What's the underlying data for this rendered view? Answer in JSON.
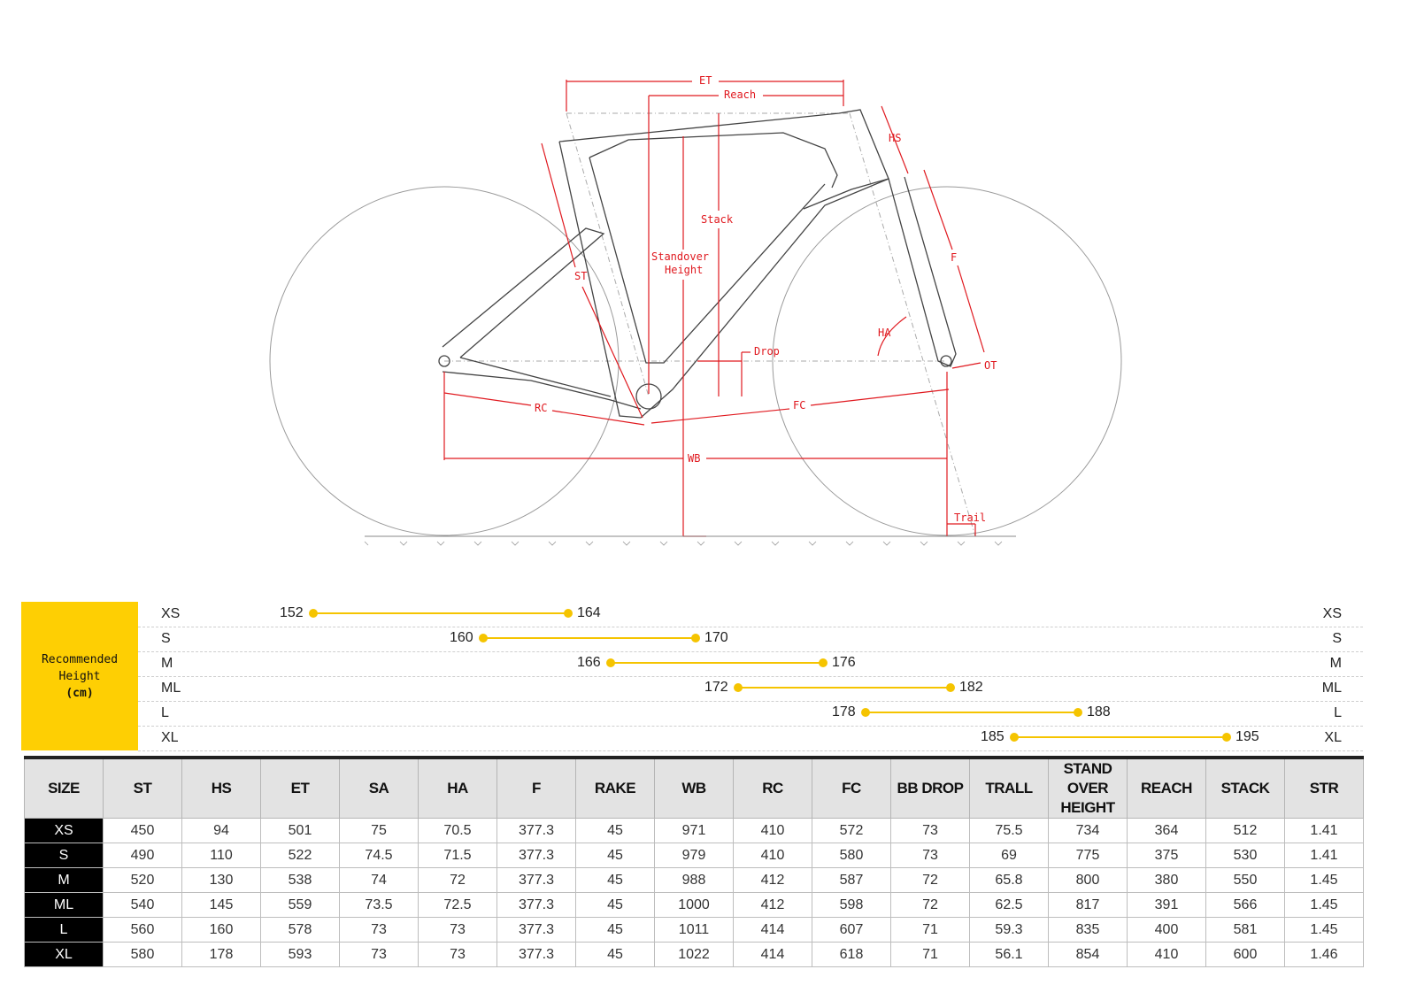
{
  "diagram": {
    "labels": {
      "et": "ET",
      "reach": "Reach",
      "hs": "HS",
      "stack": "Stack",
      "standover_1": "Standover",
      "standover_2": "Height",
      "st": "ST",
      "f": "F",
      "ha": "HA",
      "drop": "Drop",
      "ot": "OT",
      "rc": "RC",
      "fc": "FC",
      "wb": "WB",
      "trail": "Trail"
    },
    "colors": {
      "dimension": "#e0191f",
      "frame": "#444444",
      "wheel": "#9a9a9a"
    }
  },
  "recommended_height": {
    "title_line1": "Recommended",
    "title_line2": "Height",
    "unit": "(cm)",
    "accent_color": "#fecf03",
    "bar_color": "#f5c400",
    "scale_min": 145,
    "scale_max": 200,
    "rows": [
      {
        "size": "XS",
        "min": 152,
        "max": 164
      },
      {
        "size": "S",
        "min": 160,
        "max": 170
      },
      {
        "size": "M",
        "min": 166,
        "max": 176
      },
      {
        "size": "ML",
        "min": 172,
        "max": 182
      },
      {
        "size": "L",
        "min": 178,
        "max": 188
      },
      {
        "size": "XL",
        "min": 185,
        "max": 195
      }
    ]
  },
  "table": {
    "headers": [
      "SIZE",
      "ST",
      "HS",
      "ET",
      "SA",
      "HA",
      "F",
      "RAKE",
      "WB",
      "RC",
      "FC",
      "BB DROP",
      "TRALL",
      "STAND OVER HEIGHT",
      "REACH",
      "STACK",
      "STR"
    ],
    "rows": [
      [
        "XS",
        "450",
        "94",
        "501",
        "75",
        "70.5",
        "377.3",
        "45",
        "971",
        "410",
        "572",
        "73",
        "75.5",
        "734",
        "364",
        "512",
        "1.41"
      ],
      [
        "S",
        "490",
        "110",
        "522",
        "74.5",
        "71.5",
        "377.3",
        "45",
        "979",
        "410",
        "580",
        "73",
        "69",
        "775",
        "375",
        "530",
        "1.41"
      ],
      [
        "M",
        "520",
        "130",
        "538",
        "74",
        "72",
        "377.3",
        "45",
        "988",
        "412",
        "587",
        "72",
        "65.8",
        "800",
        "380",
        "550",
        "1.45"
      ],
      [
        "ML",
        "540",
        "145",
        "559",
        "73.5",
        "72.5",
        "377.3",
        "45",
        "1000",
        "412",
        "598",
        "72",
        "62.5",
        "817",
        "391",
        "566",
        "1.45"
      ],
      [
        "L",
        "560",
        "160",
        "578",
        "73",
        "73",
        "377.3",
        "45",
        "1011",
        "414",
        "607",
        "71",
        "59.3",
        "835",
        "400",
        "581",
        "1.45"
      ],
      [
        "XL",
        "580",
        "178",
        "593",
        "73",
        "73",
        "377.3",
        "45",
        "1022",
        "414",
        "618",
        "71",
        "56.1",
        "854",
        "410",
        "600",
        "1.46"
      ]
    ]
  }
}
